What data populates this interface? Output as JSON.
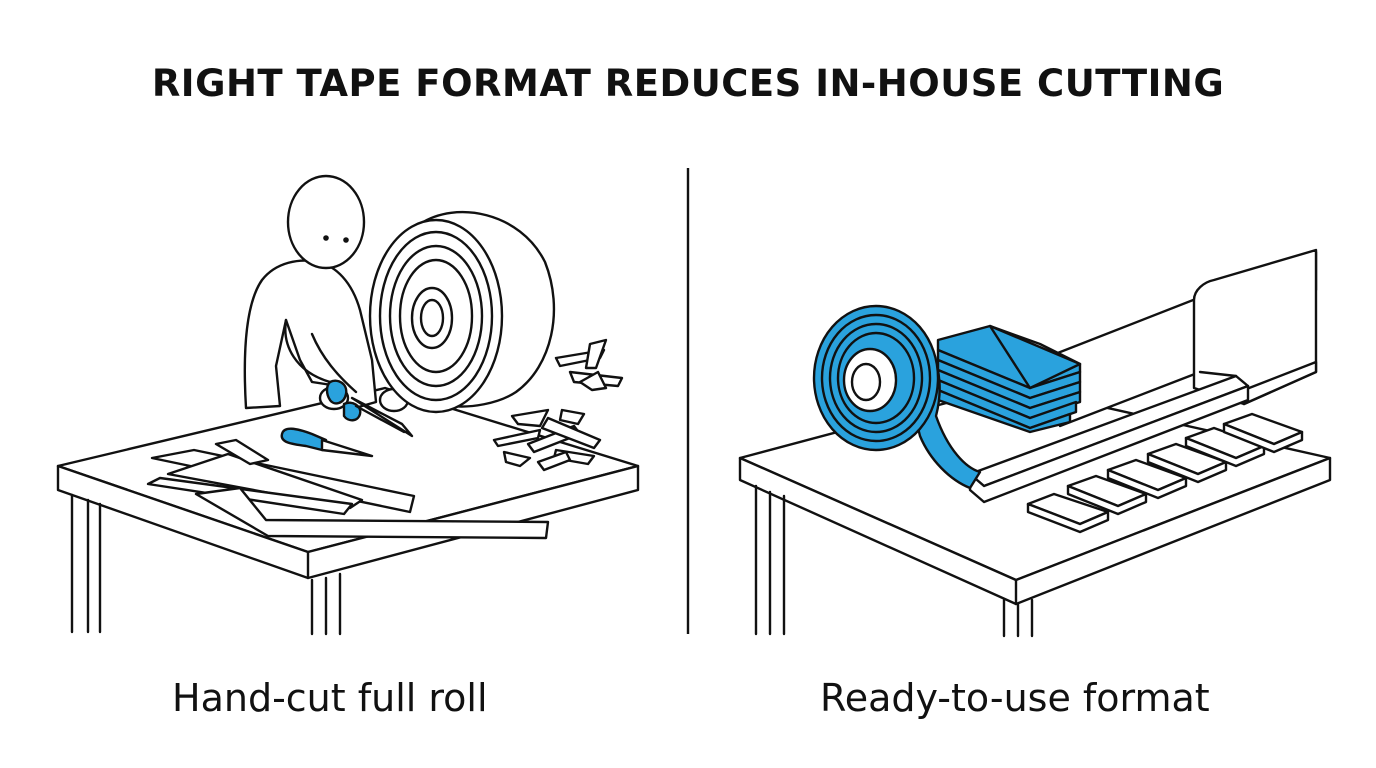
{
  "title": "RIGHT TAPE FORMAT REDUCES IN-HOUSE CUTTING",
  "panels": [
    {
      "caption": "Hand-cut full roll"
    },
    {
      "caption": "Ready-to-use format"
    }
  ],
  "colors": {
    "accent_blue": "#2aa2dd",
    "line": "#111111",
    "background": "#ffffff"
  }
}
